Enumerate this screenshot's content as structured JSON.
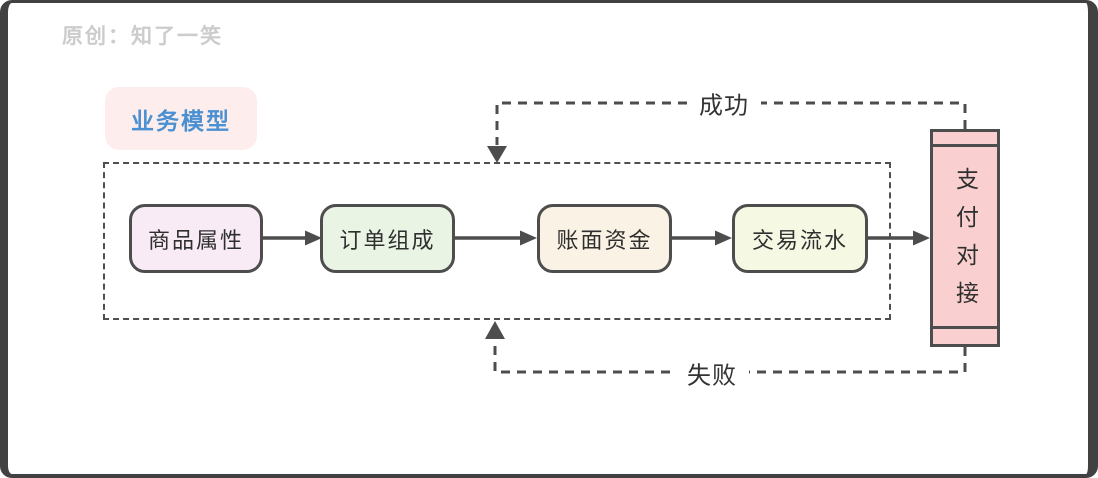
{
  "watermark": "原创：知了一笑",
  "badge": {
    "label": "业务模型",
    "bg": "#fdeeed",
    "text_color": "#4a90d2"
  },
  "flow": {
    "nodes": [
      {
        "id": "product-attributes",
        "label": "商品属性",
        "fill": "#f8ebf5"
      },
      {
        "id": "order-composition",
        "label": "订单组成",
        "fill": "#e9f4e4"
      },
      {
        "id": "account-funds",
        "label": "账面资金",
        "fill": "#faf2e5"
      },
      {
        "id": "transaction-records",
        "label": "交易流水",
        "fill": "#f5f8e3"
      }
    ]
  },
  "payment": {
    "label": "支付对接",
    "fill": "#f9cfcf"
  },
  "connectors": {
    "success": "成功",
    "failure": "失败"
  },
  "colors": {
    "line": "#4d4d4d",
    "text": "#2f2f2f",
    "watermark": "#cccccc",
    "frame": "#414141",
    "boundary_dash": "#4f4f4f"
  }
}
